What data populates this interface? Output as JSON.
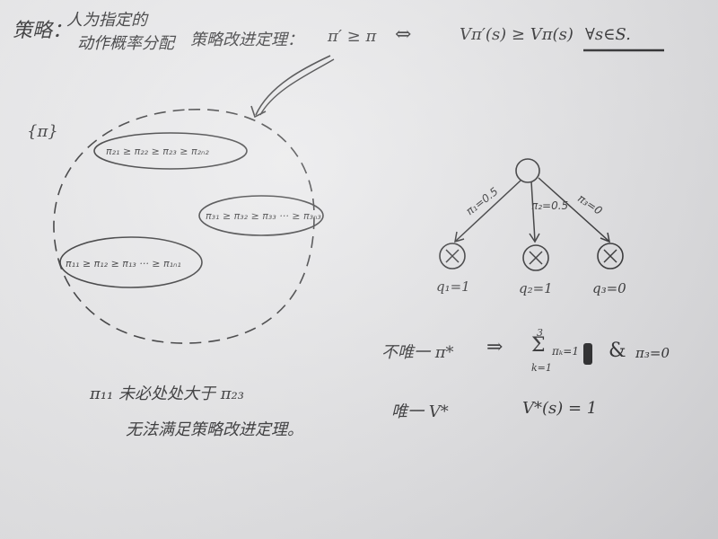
{
  "definitions": {
    "policy_label": "策略：",
    "policy_desc_line1": "人为指定的",
    "policy_desc_line2": "动作概率分配",
    "order_relation": "策略改进定理：",
    "pi_prime_ge_pi": "π′ ≥ π",
    "iff": "⇔",
    "value_relation": "Vπ′(s) ≥ Vπ(s)",
    "forall_s": "∀s∈S."
  },
  "set_label": "{π}",
  "chains": [
    "π₂₁ ≥ π₂₂ ≥ π₂₃ ≥ π₂ₙ₂",
    "π₃₁ ≥ π₃₂ ≥ π₃₃ ··· ≥ π₃ₙ₃",
    "π₁₁ ≥ π₁₂ ≥ π₁₃ ··· ≥ π₁ₙ₁"
  ],
  "note": {
    "line1": "π₁₁  未必处处大于  π₂₃",
    "line2": "无法满足策略改进定理。"
  },
  "tree": {
    "edges": [
      "π₁=0.5",
      "π₂=0.5",
      "π₃=0"
    ],
    "leaf_labels": [
      "q₁=1",
      "q₂=1",
      "q₃=0"
    ]
  },
  "conclusions": {
    "non_unique": "不唯一 π*",
    "implies": "⇒",
    "sum_top": "3",
    "sum_bottom": "k=1",
    "sum_expr": "πₖ=1",
    "and": "&",
    "pi3_zero": "π₃=0",
    "unique_v": "唯一 V*",
    "v_star": "V*(s) = 1"
  }
}
